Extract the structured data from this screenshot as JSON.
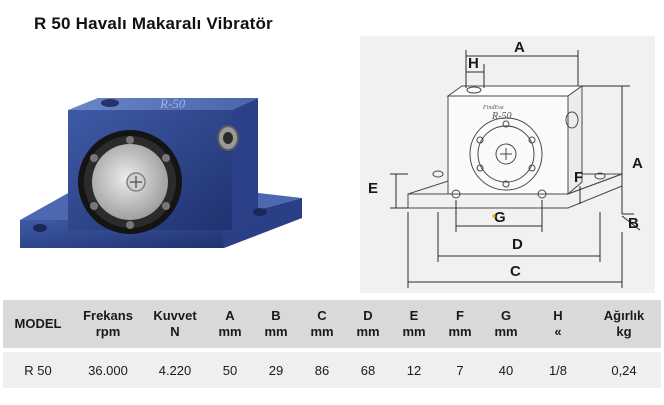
{
  "title": "R 50 Havalı  Makaralı  Vibratör",
  "product_photo": {
    "plate_text": "R-50"
  },
  "drawing": {
    "plate_brand": "FindEva",
    "plate_text": "R-50",
    "dims": [
      "A",
      "B",
      "C",
      "D",
      "E",
      "F",
      "G",
      "H",
      "A"
    ]
  },
  "table": {
    "headers": [
      [
        "MODEL",
        ""
      ],
      [
        "Frekans",
        "rpm"
      ],
      [
        "Kuvvet",
        "N"
      ],
      [
        "A",
        "mm"
      ],
      [
        "B",
        "mm"
      ],
      [
        "C",
        "mm"
      ],
      [
        "D",
        "mm"
      ],
      [
        "E",
        "mm"
      ],
      [
        "F",
        "mm"
      ],
      [
        "G",
        "mm"
      ],
      [
        "H",
        "«"
      ],
      [
        "Ağırlık",
        "kg"
      ]
    ],
    "rows": [
      [
        "R 50",
        "36.000",
        "4.220",
        "50",
        "29",
        "86",
        "68",
        "12",
        "7",
        "40",
        "1/8",
        "0,24"
      ]
    ]
  }
}
